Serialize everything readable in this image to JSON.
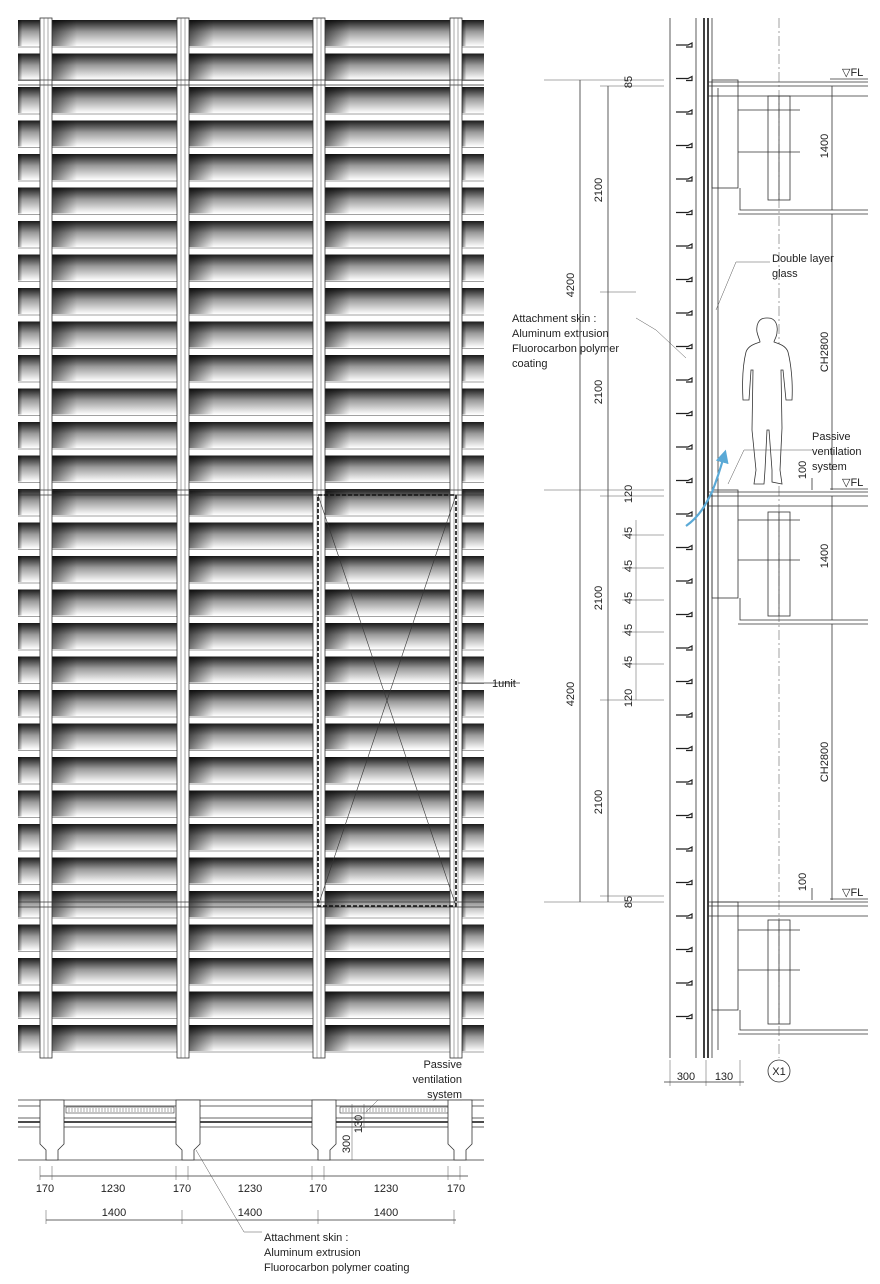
{
  "elevation": {
    "unit_label": "1unit"
  },
  "section": {
    "labels": {
      "double_layer_glass": [
        "Double layer",
        "glass"
      ],
      "attachment_skin": [
        "Attachment skin :",
        "Aluminum extrusion",
        "Fluorocarbon polymer",
        "coating"
      ],
      "passive_ventilation": [
        "Passive",
        "ventilation",
        "system"
      ],
      "fl": "▽FL",
      "grid": "X1"
    },
    "dims": {
      "floor_top": "85",
      "floor_mid": "120",
      "floor_bot": "85",
      "h_upper_a": "2100",
      "h_upper_b": "2100",
      "h_lower_a": "2100",
      "h_lower_b": "2100",
      "floor_height_upper": "4200",
      "floor_height_lower": "4200",
      "louver_pitch": [
        "45",
        "45",
        "45",
        "45",
        "45"
      ],
      "mid_120": "120",
      "right_1400_upper": "1400",
      "right_1400_lower": "1400",
      "ch_upper": "CH2800",
      "ch_lower": "CH2800",
      "r100_upper": "100",
      "r100_lower": "100",
      "bottom_300": "300",
      "bottom_130": "130"
    }
  },
  "plan": {
    "labels": {
      "passive_ventilation": [
        "Passive",
        "ventilation",
        "system"
      ],
      "attachment_skin": [
        "Attachment skin :",
        "Aluminum extrusion",
        "Fluorocarbon polymer coating"
      ]
    },
    "dims": {
      "row1": [
        "170",
        "1230",
        "170",
        "1230",
        "170",
        "1230",
        "170"
      ],
      "row2": [
        "1400",
        "1400",
        "1400"
      ],
      "depth_300": "300",
      "depth_130": "130"
    }
  }
}
